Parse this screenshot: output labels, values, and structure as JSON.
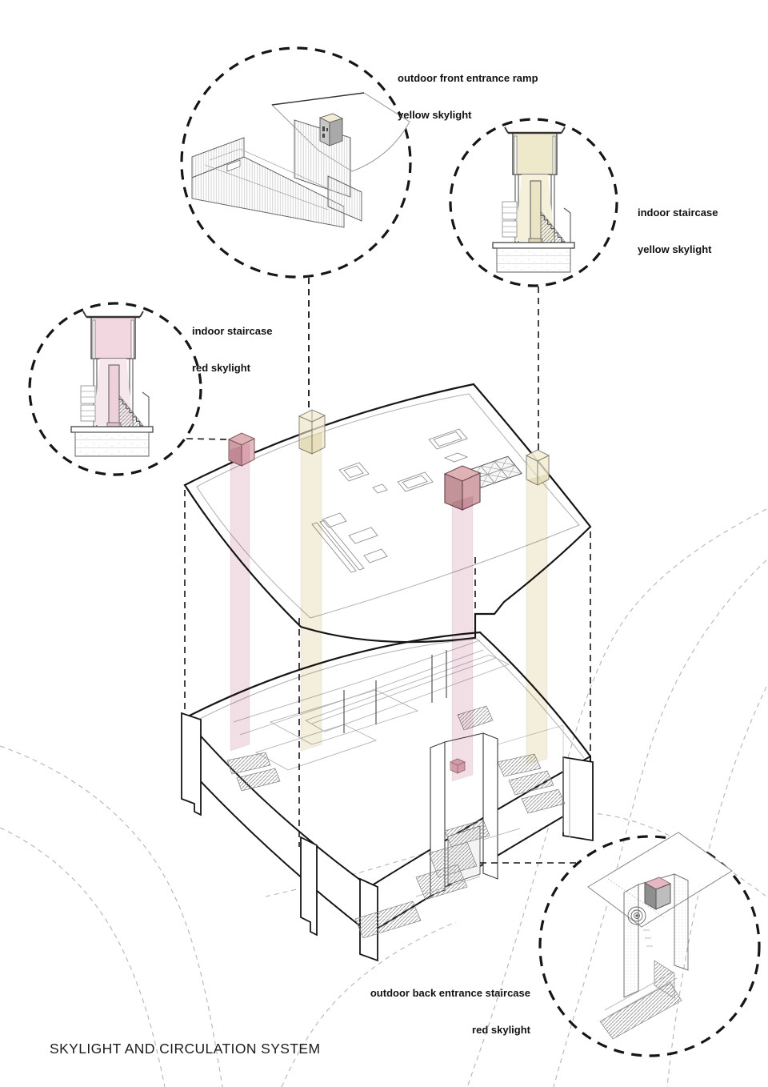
{
  "title": "SKYLIGHT AND CIRCULATION SYSTEM",
  "callouts": {
    "front_ramp": {
      "line1": "outdoor front entrance ramp",
      "line2": "yellow skylight"
    },
    "indoor_stair_yellow": {
      "line1": "indoor staircase",
      "line2": "yellow skylight"
    },
    "indoor_stair_red": {
      "line1": "indoor staircase",
      "line2": "red skylight"
    },
    "back_stair": {
      "line1": "outdoor back entrance staircase",
      "line2": "red skylight"
    }
  },
  "colors": {
    "ink": "#161616",
    "contour_gray": "#b5b5b5",
    "red_skylight": "#ddb1b6",
    "red_skylight_dark": "#c2949a",
    "red_beam": "#f2dfe6",
    "yellow_skylight": "#efe9cb",
    "yellow_beam": "#f3efdc",
    "monitor_pink": "#f2d7e1",
    "pink_beam_elev": "#f6e7ed",
    "yellow_beam_elev": "#f4f0da"
  }
}
